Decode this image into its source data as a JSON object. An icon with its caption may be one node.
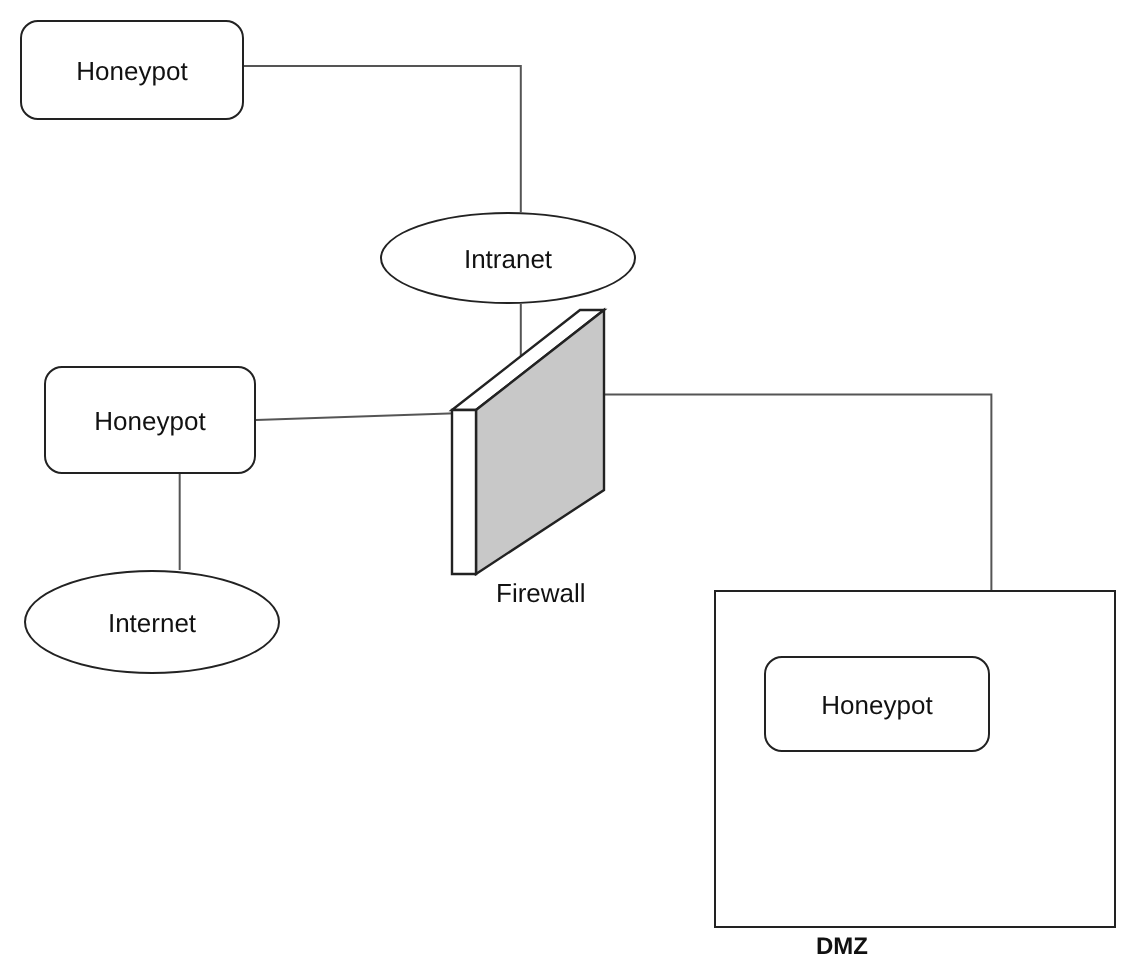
{
  "diagram": {
    "nodes": [
      {
        "text": [
          "Honeypot"
        ]
      },
      {
        "text": [
          "Intranet"
        ]
      },
      {
        "text": [
          "Honeypot"
        ]
      },
      {
        "text": [
          "Firewall"
        ]
      },
      {
        "text": [
          "Internet"
        ]
      },
      {
        "text": [
          "DMZ"
        ]
      },
      {
        "text": [
          "Honeypot"
        ],
        "in": 5
      }
    ],
    "edges": [
      {
        "from": 0,
        "to": 1,
        "arrow": "none"
      },
      {
        "from": 1,
        "to": 3,
        "arrow": "none"
      },
      {
        "from": 2,
        "to": 3,
        "arrow": "none"
      },
      {
        "from": 2,
        "to": 4,
        "arrow": "none"
      },
      {
        "from": 3,
        "to": 5,
        "arrow": "none"
      }
    ]
  }
}
